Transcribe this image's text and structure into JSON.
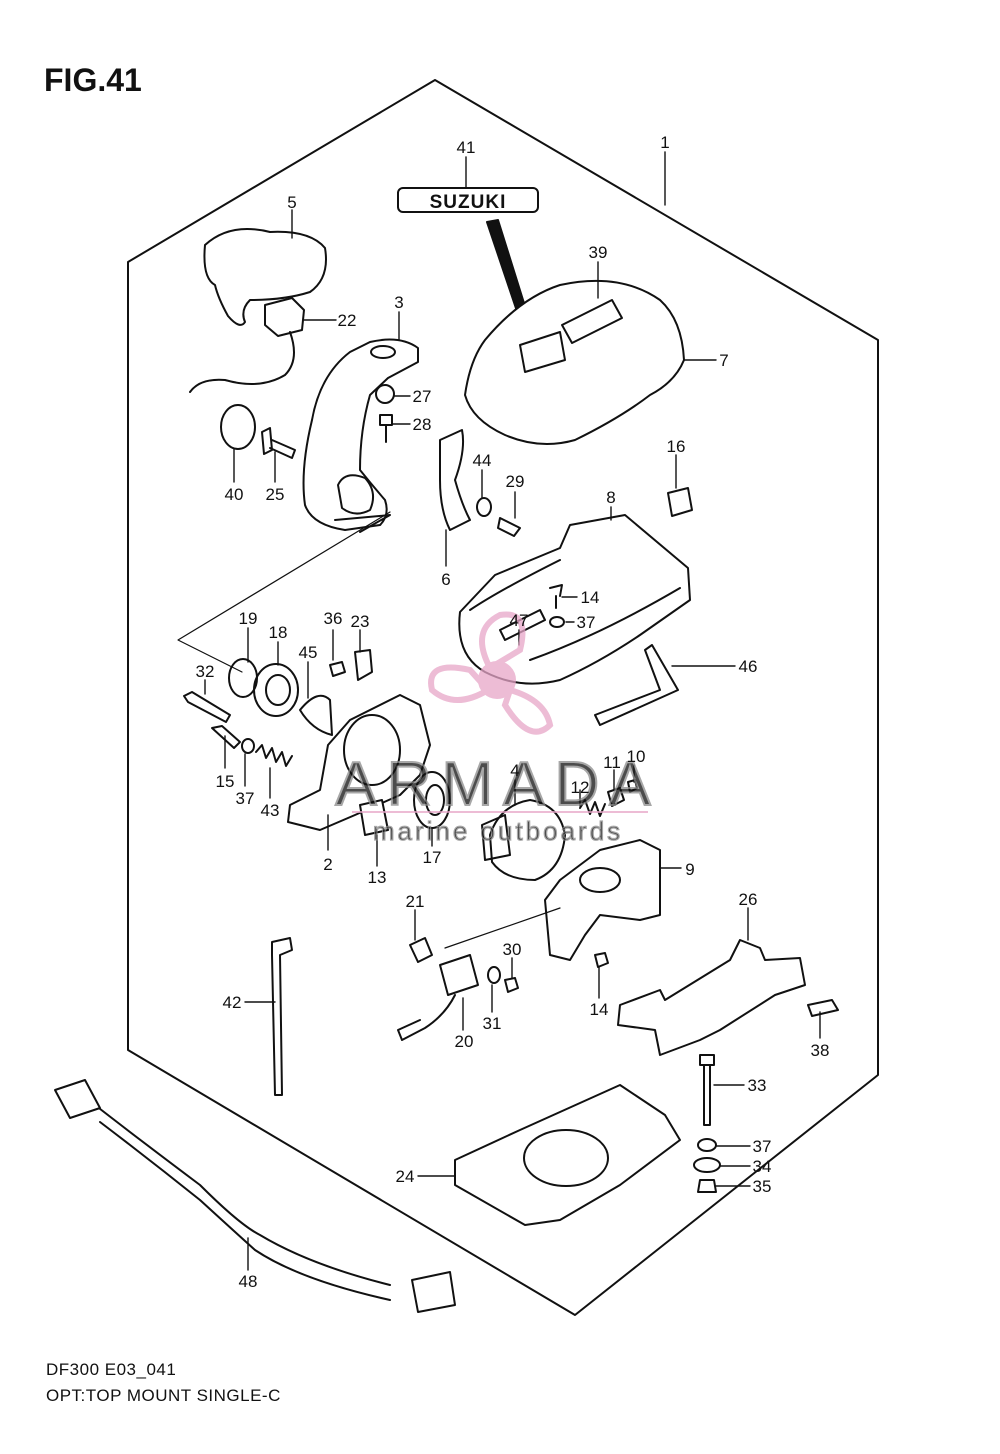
{
  "figure": {
    "title": "FIG.41",
    "code": "DF300 E03_041",
    "description": "OPT:TOP MOUNT SINGLE-C"
  },
  "logo_text": "SUZUKI",
  "watermark": {
    "brand": "ARMADA",
    "tagline": "marine outboards"
  },
  "colors": {
    "line": "#111111",
    "watermark_pink": "#e7a6c8",
    "watermark_grey": "#8a8a8a"
  },
  "callouts": [
    {
      "id": "c1",
      "label": "1"
    },
    {
      "id": "c2",
      "label": "2"
    },
    {
      "id": "c3",
      "label": "3"
    },
    {
      "id": "c4",
      "label": "4"
    },
    {
      "id": "c5",
      "label": "5"
    },
    {
      "id": "c6",
      "label": "6"
    },
    {
      "id": "c7",
      "label": "7"
    },
    {
      "id": "c8",
      "label": "8"
    },
    {
      "id": "c9",
      "label": "9"
    },
    {
      "id": "c10",
      "label": "10"
    },
    {
      "id": "c11",
      "label": "11"
    },
    {
      "id": "c12",
      "label": "12"
    },
    {
      "id": "c13",
      "label": "13"
    },
    {
      "id": "c14a",
      "label": "14"
    },
    {
      "id": "c14b",
      "label": "14"
    },
    {
      "id": "c15",
      "label": "15"
    },
    {
      "id": "c16",
      "label": "16"
    },
    {
      "id": "c17",
      "label": "17"
    },
    {
      "id": "c18",
      "label": "18"
    },
    {
      "id": "c19",
      "label": "19"
    },
    {
      "id": "c20",
      "label": "20"
    },
    {
      "id": "c21",
      "label": "21"
    },
    {
      "id": "c22",
      "label": "22"
    },
    {
      "id": "c23",
      "label": "23"
    },
    {
      "id": "c24",
      "label": "24"
    },
    {
      "id": "c25",
      "label": "25"
    },
    {
      "id": "c26",
      "label": "26"
    },
    {
      "id": "c27",
      "label": "27"
    },
    {
      "id": "c28",
      "label": "28"
    },
    {
      "id": "c29",
      "label": "29"
    },
    {
      "id": "c30",
      "label": "30"
    },
    {
      "id": "c31",
      "label": "31"
    },
    {
      "id": "c32",
      "label": "32"
    },
    {
      "id": "c33",
      "label": "33"
    },
    {
      "id": "c34",
      "label": "34"
    },
    {
      "id": "c35",
      "label": "35"
    },
    {
      "id": "c36",
      "label": "36"
    },
    {
      "id": "c37a",
      "label": "37"
    },
    {
      "id": "c37b",
      "label": "37"
    },
    {
      "id": "c37c",
      "label": "37"
    },
    {
      "id": "c38",
      "label": "38"
    },
    {
      "id": "c39",
      "label": "39"
    },
    {
      "id": "c40",
      "label": "40"
    },
    {
      "id": "c41",
      "label": "41"
    },
    {
      "id": "c42",
      "label": "42"
    },
    {
      "id": "c43",
      "label": "43"
    },
    {
      "id": "c44",
      "label": "44"
    },
    {
      "id": "c45",
      "label": "45"
    },
    {
      "id": "c46",
      "label": "46"
    },
    {
      "id": "c47",
      "label": "47"
    },
    {
      "id": "c48",
      "label": "48"
    }
  ]
}
